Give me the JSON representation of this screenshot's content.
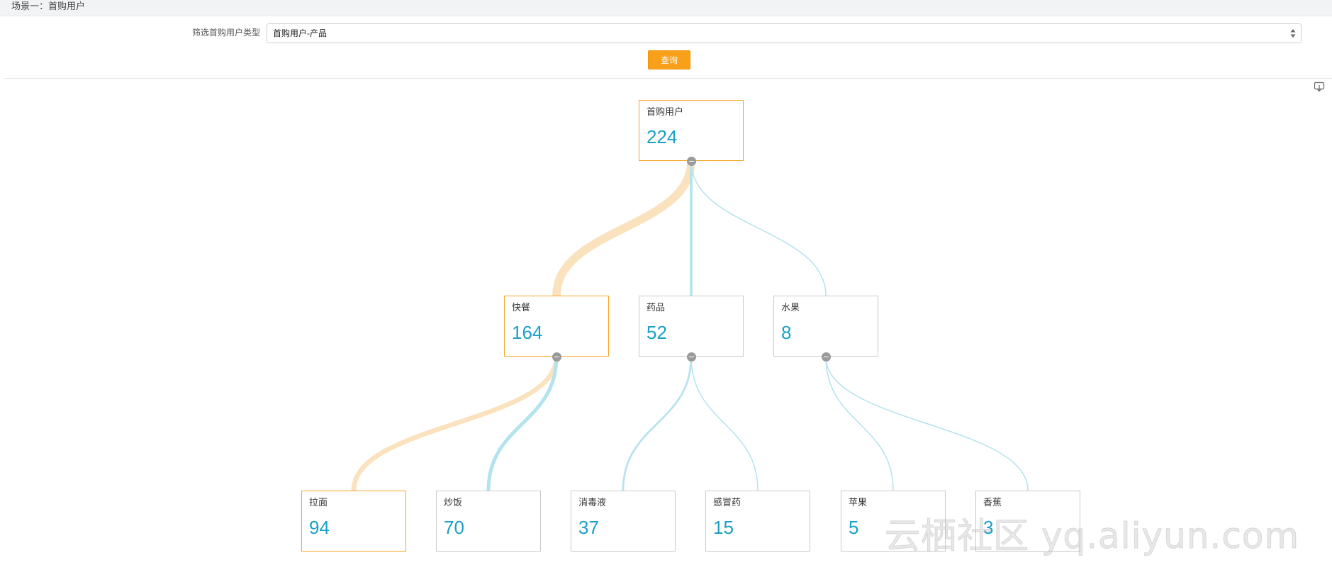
{
  "header": {
    "title": "场景一：首购用户"
  },
  "filter": {
    "label": "筛选首购用户类型",
    "selected": "首购用户-产品",
    "query_label": "查询"
  },
  "toolbar": {
    "export_icon": "download-icon"
  },
  "colors": {
    "highlight_link": "#fbe2bf",
    "normal_link": "#b3e3ee",
    "highlight_border": "#f5a623",
    "value_text": "#1aa0c8"
  },
  "tree": {
    "root": {
      "label": "首购用户",
      "value": "224",
      "highlighted": true
    },
    "level1": [
      {
        "label": "快餐",
        "value": "164",
        "highlighted": true
      },
      {
        "label": "药品",
        "value": "52",
        "highlighted": false
      },
      {
        "label": "水果",
        "value": "8",
        "highlighted": false
      }
    ],
    "level2": [
      {
        "label": "拉面",
        "value": "94",
        "parent": 0,
        "highlighted": true
      },
      {
        "label": "炒饭",
        "value": "70",
        "parent": 0,
        "highlighted": false
      },
      {
        "label": "消毒液",
        "value": "37",
        "parent": 1,
        "highlighted": false
      },
      {
        "label": "感冒药",
        "value": "15",
        "parent": 1,
        "highlighted": false
      },
      {
        "label": "苹果",
        "value": "5",
        "parent": 2,
        "highlighted": false
      },
      {
        "label": "香蕉",
        "value": "3",
        "parent": 2,
        "highlighted": false
      }
    ]
  },
  "watermark": "云栖社区 yq.aliyun.com"
}
